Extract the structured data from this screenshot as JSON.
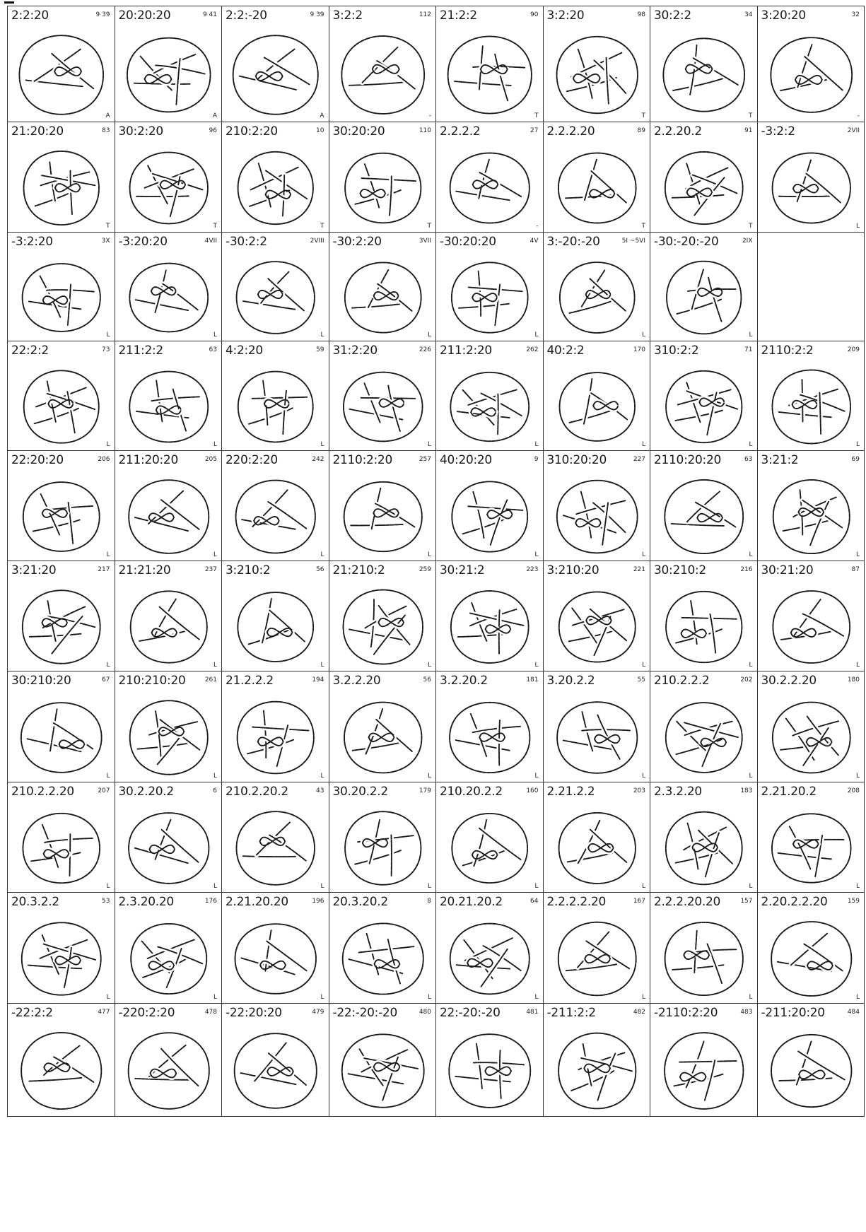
{
  "page": {
    "rows": [
      [
        {
          "name": "2:2:20",
          "num": "9 39",
          "corner": "A"
        },
        {
          "name": "20:20:20",
          "num": "9 41",
          "corner": "A"
        },
        {
          "name": "2:2:-20",
          "num": "9 39",
          "corner": "A"
        },
        {
          "name": "3:2:2",
          "num": "112",
          "corner": "-"
        },
        {
          "name": "21:2:2",
          "num": "90",
          "corner": "T"
        },
        {
          "name": "3:2:20",
          "num": "98",
          "corner": "T"
        },
        {
          "name": "30:2:2",
          "num": "34",
          "corner": "T"
        },
        {
          "name": "3:20:20",
          "num": "32",
          "corner": "-"
        }
      ],
      [
        {
          "name": "21:20:20",
          "num": "83",
          "corner": "T"
        },
        {
          "name": "30:2:20",
          "num": "96",
          "corner": "T"
        },
        {
          "name": "210:2:20",
          "num": "10",
          "corner": "T"
        },
        {
          "name": "30:20:20",
          "num": "110",
          "corner": "T"
        },
        {
          "name": "2.2.2.2",
          "num": "27",
          "corner": "-"
        },
        {
          "name": "2.2.2.20",
          "num": "89",
          "corner": "T"
        },
        {
          "name": "2.2.20.2",
          "num": "91",
          "corner": "T"
        },
        {
          "name": "-3:2:2",
          "num": "2VII",
          "corner": "L"
        }
      ],
      [
        {
          "name": "-3:2:20",
          "num": "3X",
          "corner": "L"
        },
        {
          "name": "-3:20:20",
          "num": "4VII",
          "corner": "L"
        },
        {
          "name": "-30:2:2",
          "num": "2VIII",
          "corner": "L"
        },
        {
          "name": "-30:2:20",
          "num": "3VII",
          "corner": "L"
        },
        {
          "name": "-30:20:20",
          "num": "4V",
          "corner": "L"
        },
        {
          "name": "3:-20:-20",
          "num": "5I ~5VI",
          "corner": "L"
        },
        {
          "name": "-30:-20:-20",
          "num": "2IX",
          "corner": "L"
        },
        {
          "name": "",
          "num": "",
          "corner": ""
        }
      ],
      [
        {
          "name": "22:2:2",
          "num": "73",
          "corner": "L"
        },
        {
          "name": "211:2:2",
          "num": "63",
          "corner": "L"
        },
        {
          "name": "4:2:20",
          "num": "59",
          "corner": "L"
        },
        {
          "name": "31:2:20",
          "num": "226",
          "corner": "L"
        },
        {
          "name": "211:2:20",
          "num": "262",
          "corner": "L"
        },
        {
          "name": "40:2:2",
          "num": "170",
          "corner": "L"
        },
        {
          "name": "310:2:2",
          "num": "71",
          "corner": "L"
        },
        {
          "name": "2110:2:2",
          "num": "209",
          "corner": "L"
        }
      ],
      [
        {
          "name": "22:20:20",
          "num": "206",
          "corner": "L"
        },
        {
          "name": "211:20:20",
          "num": "205",
          "corner": "L"
        },
        {
          "name": "220:2:20",
          "num": "242",
          "corner": "L"
        },
        {
          "name": "2110:2:20",
          "num": "257",
          "corner": "L"
        },
        {
          "name": "40:20:20",
          "num": "9",
          "corner": "L"
        },
        {
          "name": "310:20:20",
          "num": "227",
          "corner": "L"
        },
        {
          "name": "2110:20:20",
          "num": "63",
          "corner": "L"
        },
        {
          "name": "3:21:2",
          "num": "69",
          "corner": "L"
        }
      ],
      [
        {
          "name": "3:21:20",
          "num": "217",
          "corner": "L"
        },
        {
          "name": "21:21:20",
          "num": "237",
          "corner": "L"
        },
        {
          "name": "3:210:2",
          "num": "56",
          "corner": "L"
        },
        {
          "name": "21:210:2",
          "num": "259",
          "corner": "L"
        },
        {
          "name": "30:21:2",
          "num": "223",
          "corner": "L"
        },
        {
          "name": "3:210:20",
          "num": "221",
          "corner": "L"
        },
        {
          "name": "30:210:2",
          "num": "216",
          "corner": "L"
        },
        {
          "name": "30:21:20",
          "num": "87",
          "corner": "L"
        }
      ],
      [
        {
          "name": "30:210:20",
          "num": "67",
          "corner": "L"
        },
        {
          "name": "210:210:20",
          "num": "261",
          "corner": "L"
        },
        {
          "name": "21.2.2.2",
          "num": "194",
          "corner": "L"
        },
        {
          "name": "3.2.2.20",
          "num": "56",
          "corner": "L"
        },
        {
          "name": "3.2.20.2",
          "num": "181",
          "corner": "L"
        },
        {
          "name": "3.20.2.2",
          "num": "55",
          "corner": "L"
        },
        {
          "name": "210.2.2.2",
          "num": "202",
          "corner": "L"
        },
        {
          "name": "30.2.2.20",
          "num": "180",
          "corner": "L"
        }
      ],
      [
        {
          "name": "210.2.2.20",
          "num": "207",
          "corner": "L"
        },
        {
          "name": "30.2.20.2",
          "num": "6",
          "corner": "L"
        },
        {
          "name": "210.2.20.2",
          "num": "43",
          "corner": "L"
        },
        {
          "name": "30.20.2.2",
          "num": "179",
          "corner": "L"
        },
        {
          "name": "210.20.2.2",
          "num": "160",
          "corner": "L"
        },
        {
          "name": "2.21.2.2",
          "num": "203",
          "corner": "L"
        },
        {
          "name": "2.3.2.20",
          "num": "183",
          "corner": "L"
        },
        {
          "name": "2.21.20.2",
          "num": "208",
          "corner": "L"
        }
      ],
      [
        {
          "name": "20.3.2.2",
          "num": "53",
          "corner": "L"
        },
        {
          "name": "2.3.20.20",
          "num": "176",
          "corner": "L"
        },
        {
          "name": "2.21.20.20",
          "num": "196",
          "corner": "L"
        },
        {
          "name": "20.3.20.2",
          "num": "8",
          "corner": "L"
        },
        {
          "name": "20.21.20.2",
          "num": "64",
          "corner": "L"
        },
        {
          "name": "2.2.2.2.20",
          "num": "167",
          "corner": "L"
        },
        {
          "name": "2.2.2.20.20",
          "num": "157",
          "corner": "L"
        },
        {
          "name": "2.20.2.2.20",
          "num": "159",
          "corner": "L"
        }
      ],
      [
        {
          "name": "-22:2:2",
          "num": "477",
          "corner": ""
        },
        {
          "name": "-220:2:20",
          "num": "478",
          "corner": ""
        },
        {
          "name": "-22:20:20",
          "num": "479",
          "corner": ""
        },
        {
          "name": "-22:-20:-20",
          "num": "480",
          "corner": ""
        },
        {
          "name": "22:-20:-20",
          "num": "481",
          "corner": ""
        },
        {
          "name": "-211:2:2",
          "num": "482",
          "corner": ""
        },
        {
          "name": "-2110:2:20",
          "num": "483",
          "corner": ""
        },
        {
          "name": "-211:20:20",
          "num": "484",
          "corner": ""
        }
      ]
    ]
  }
}
